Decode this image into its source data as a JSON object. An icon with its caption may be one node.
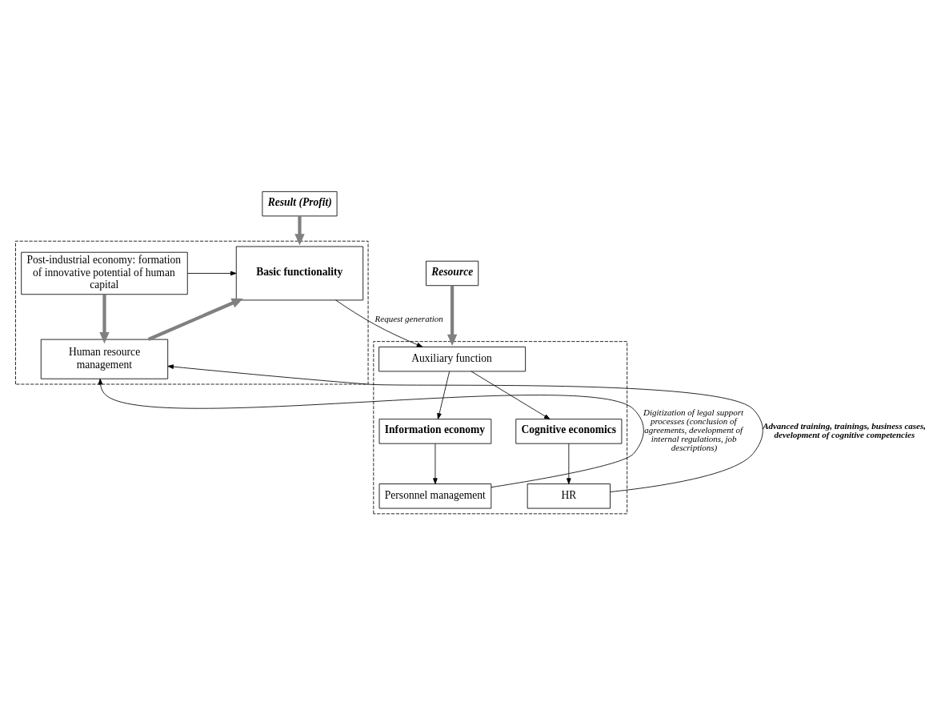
{
  "diagram": {
    "nodes": [
      {
        "text": [
          "Result (Profit)"
        ]
      },
      {
        "text": [
          "Resource"
        ]
      },
      {
        "text": [],
        "shape": "box"
      },
      {
        "text": [
          "Basic functionality"
        ],
        "in": 2
      },
      {
        "text": [
          "Post-industrial economy: formation of innovative potential of human capital"
        ],
        "in": 2
      },
      {
        "text": [
          "Human resource management"
        ],
        "in": 2
      },
      {
        "text": [],
        "shape": "box"
      },
      {
        "text": [
          "Auxiliary function"
        ],
        "in": 6
      },
      {
        "text": [
          "Information economy"
        ],
        "in": 6
      },
      {
        "text": [
          "Cognitive economics"
        ],
        "in": 6
      },
      {
        "text": [
          "Personnel management"
        ],
        "in": 6
      },
      {
        "text": [
          "HR"
        ],
        "in": 6
      }
    ],
    "edges": [
      {
        "from": 0,
        "to": 2,
        "arrow": "to",
        "style": "thick",
        "color": "#808080"
      },
      {
        "from": 1,
        "to": 6,
        "arrow": "to",
        "style": "thick",
        "color": "#808080"
      },
      {
        "from": 3,
        "to": 7,
        "arrow": "to",
        "label": "Request generation"
      },
      {
        "from": 4,
        "to": 3,
        "arrow": "to"
      },
      {
        "from": 4,
        "to": 5,
        "arrow": "to",
        "style": "thick",
        "color": "#808080"
      },
      {
        "from": 5,
        "to": 3,
        "arrow": "to",
        "style": "thick",
        "color": "#808080"
      },
      {
        "from": 7,
        "to": 8,
        "arrow": "to"
      },
      {
        "from": 7,
        "to": 9,
        "arrow": "to"
      },
      {
        "from": 8,
        "to": 10,
        "arrow": "to"
      },
      {
        "from": 9,
        "to": 11,
        "arrow": "to"
      },
      {
        "from": 10,
        "to": 5,
        "arrow": "to",
        "label": "Digitization of legal support processes (conclusion of agreements, development of internal regulations, job descriptions)"
      },
      {
        "from": 11,
        "to": 5,
        "arrow": "to",
        "label": "Advanced training, trainings, business cases, development of cognitive competencies"
      }
    ]
  }
}
